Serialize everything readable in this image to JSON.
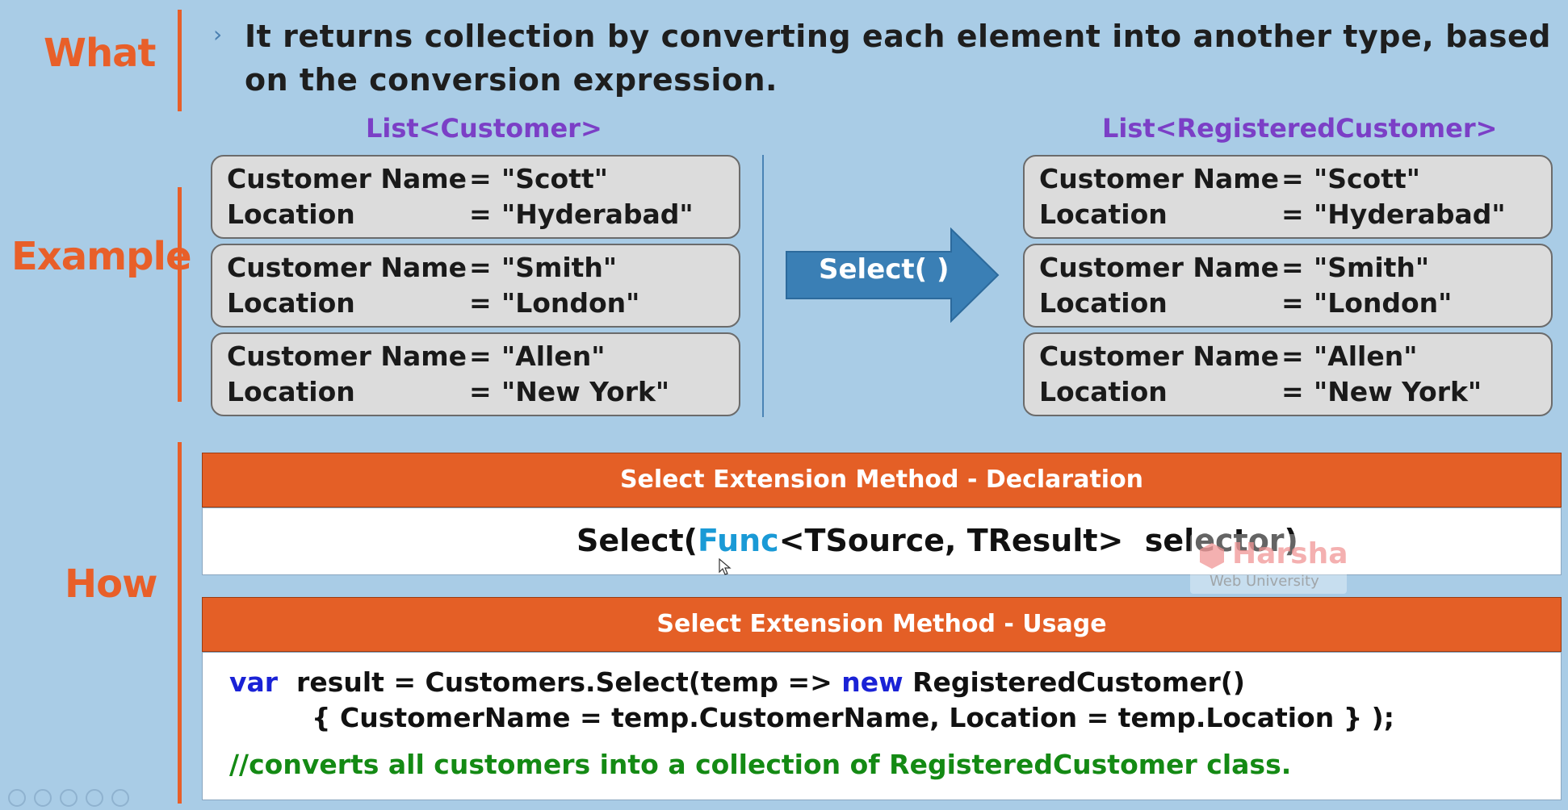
{
  "sections": {
    "what": "What",
    "example": "Example",
    "how": "How"
  },
  "what_text": "It returns collection by converting each element into another type, based on the conversion expression.",
  "left_list": {
    "title": "List<Customer>",
    "items": [
      {
        "name_key": "Customer Name",
        "name_value": "\"Scott\"",
        "loc_key": "Location",
        "loc_value": "\"Hyderabad\""
      },
      {
        "name_key": "Customer Name",
        "name_value": "\"Smith\"",
        "loc_key": "Location",
        "loc_value": "\"London\""
      },
      {
        "name_key": "Customer Name",
        "name_value": "\"Allen\"",
        "loc_key": "Location",
        "loc_value": "\"New York\""
      }
    ]
  },
  "right_list": {
    "title": "List<RegisteredCustomer>",
    "items": [
      {
        "name_key": "Customer Name",
        "name_value": "\"Scott\"",
        "loc_key": "Location",
        "loc_value": "\"Hyderabad\""
      },
      {
        "name_key": "Customer Name",
        "name_value": "\"Smith\"",
        "loc_key": "Location",
        "loc_value": "\"London\""
      },
      {
        "name_key": "Customer Name",
        "name_value": "\"Allen\"",
        "loc_key": "Location",
        "loc_value": "\"New York\""
      }
    ]
  },
  "equals": "=",
  "arrow_label": "Select( )",
  "declaration": {
    "header": "Select Extension Method - Declaration",
    "prefix": "Select(",
    "func": "Func",
    "suffix": "<TSource, TResult>  selector)"
  },
  "usage": {
    "header": "Select Extension Method - Usage",
    "kw_var": "var",
    "line1_a": "  result = Customers.Select(temp => ",
    "kw_new": "new",
    "line1_b": " RegisteredCustomer()",
    "line2": "{ CustomerName = temp.CustomerName, Location = temp.Location } );",
    "comment": "//converts all customers into a collection of RegisteredCustomer class."
  },
  "watermark": {
    "title": "Harsha",
    "subtitle": "Web University"
  },
  "colors": {
    "background": "#a9cce6",
    "accent": "#e85f29",
    "list_title": "#7b3fc6",
    "arrow": "#3a7fb5",
    "keyword": "#1a22d6",
    "func": "#1a9ad6",
    "comment": "#148a14"
  }
}
